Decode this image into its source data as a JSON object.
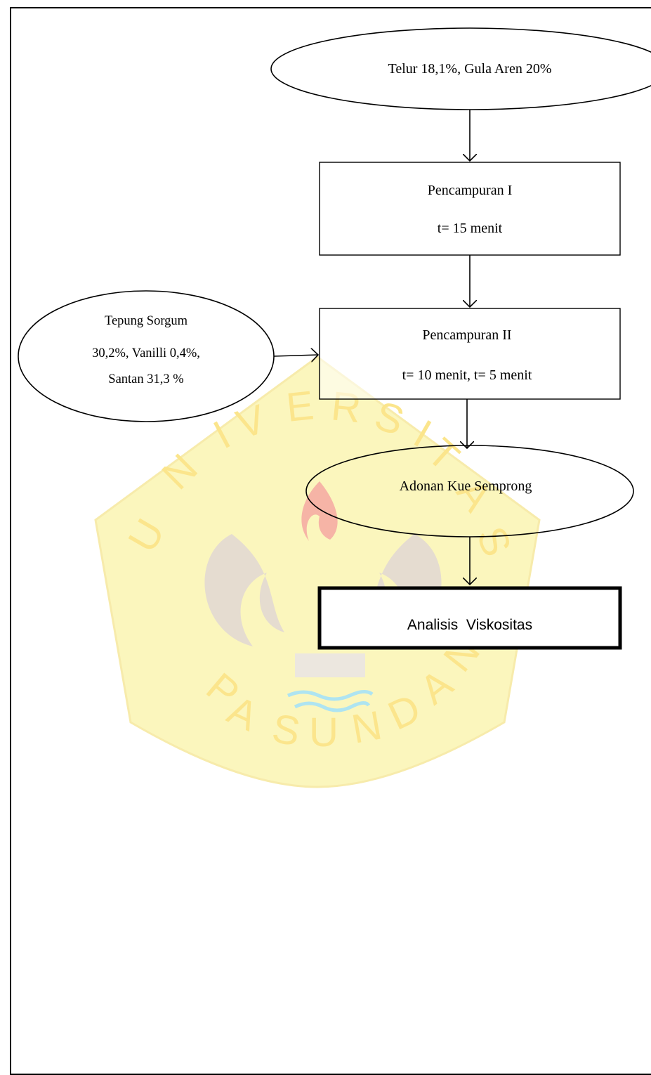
{
  "diagram": {
    "start_node": {
      "label": "Telur 18,1%, Gula Aren 20%"
    },
    "mixing_1": {
      "title": "Pencampuran I",
      "detail": "t= 15 menit"
    },
    "side_input": {
      "line1": "Tepung Sorgum",
      "line2": "30,2%, Vanilli 0,4%,",
      "line3": "Santan 31,3 %"
    },
    "mixing_2": {
      "title": "Pencampuran II",
      "detail": "t= 10 menit, t= 5 menit"
    },
    "dough_node": {
      "label": "Adonan Kue Semprong"
    },
    "analysis_node": {
      "label": "Analisis  Viskositas"
    }
  },
  "watermark": {
    "top_text": "UNIVERSITAS",
    "bottom_text": "PASUNDAN",
    "colors": {
      "shield": "#fbf6bd",
      "letters": "#fbe58c",
      "emblem_dark": "#e5dcd0",
      "flame": "#f6b4a6",
      "water": "#aee4f1"
    }
  }
}
